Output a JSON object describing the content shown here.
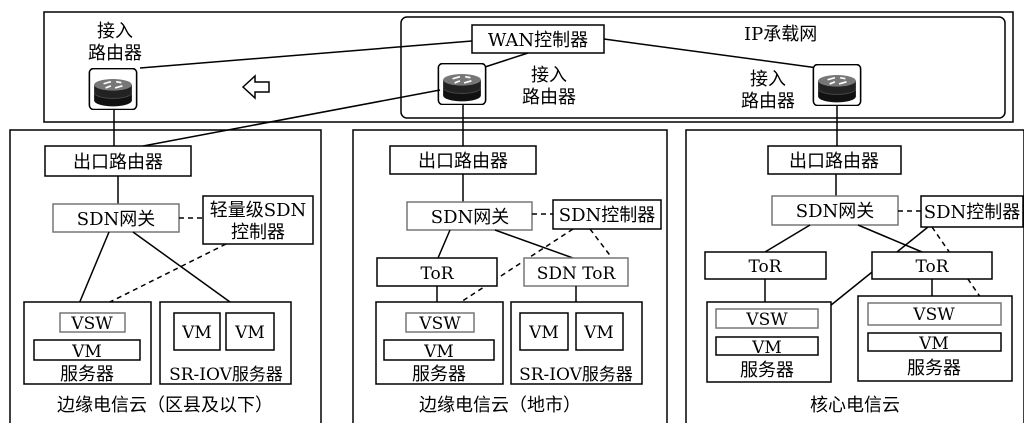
{
  "ip_network": {
    "label": "IP承载网",
    "wan_controller": "WAN控制器"
  },
  "access_router": {
    "line1": "接入",
    "line2": "路由器"
  },
  "clouds": [
    {
      "name": "边缘电信云（区县及以下）",
      "egress_router": "出口路由器",
      "sdn_gateway": "SDN网关",
      "controller_line1": "轻量级SDN",
      "controller_line2": "控制器",
      "vsw": "VSW",
      "vm": "VM",
      "server": "服务器",
      "sriov_vm1": "VM",
      "sriov_vm2": "VM",
      "sriov_server": "SR-IOV服务器"
    },
    {
      "name": "边缘电信云（地市）",
      "egress_router": "出口路由器",
      "sdn_gateway": "SDN网关",
      "controller": "SDN控制器",
      "tor": "ToR",
      "sdn_tor": "SDN ToR",
      "vsw": "VSW",
      "vm": "VM",
      "server": "服务器",
      "sriov_vm1": "VM",
      "sriov_vm2": "VM",
      "sriov_server": "SR-IOV服务器"
    },
    {
      "name": "核心电信云",
      "egress_router": "出口路由器",
      "sdn_gateway": "SDN网关",
      "controller": "SDN控制器",
      "tor1": "ToR",
      "tor2": "ToR",
      "server1_vsw": "VSW",
      "server1_vm": "VM",
      "server1": "服务器",
      "server2_vsw": "VSW",
      "server2_vm": "VM",
      "server2": "服务器"
    }
  ]
}
